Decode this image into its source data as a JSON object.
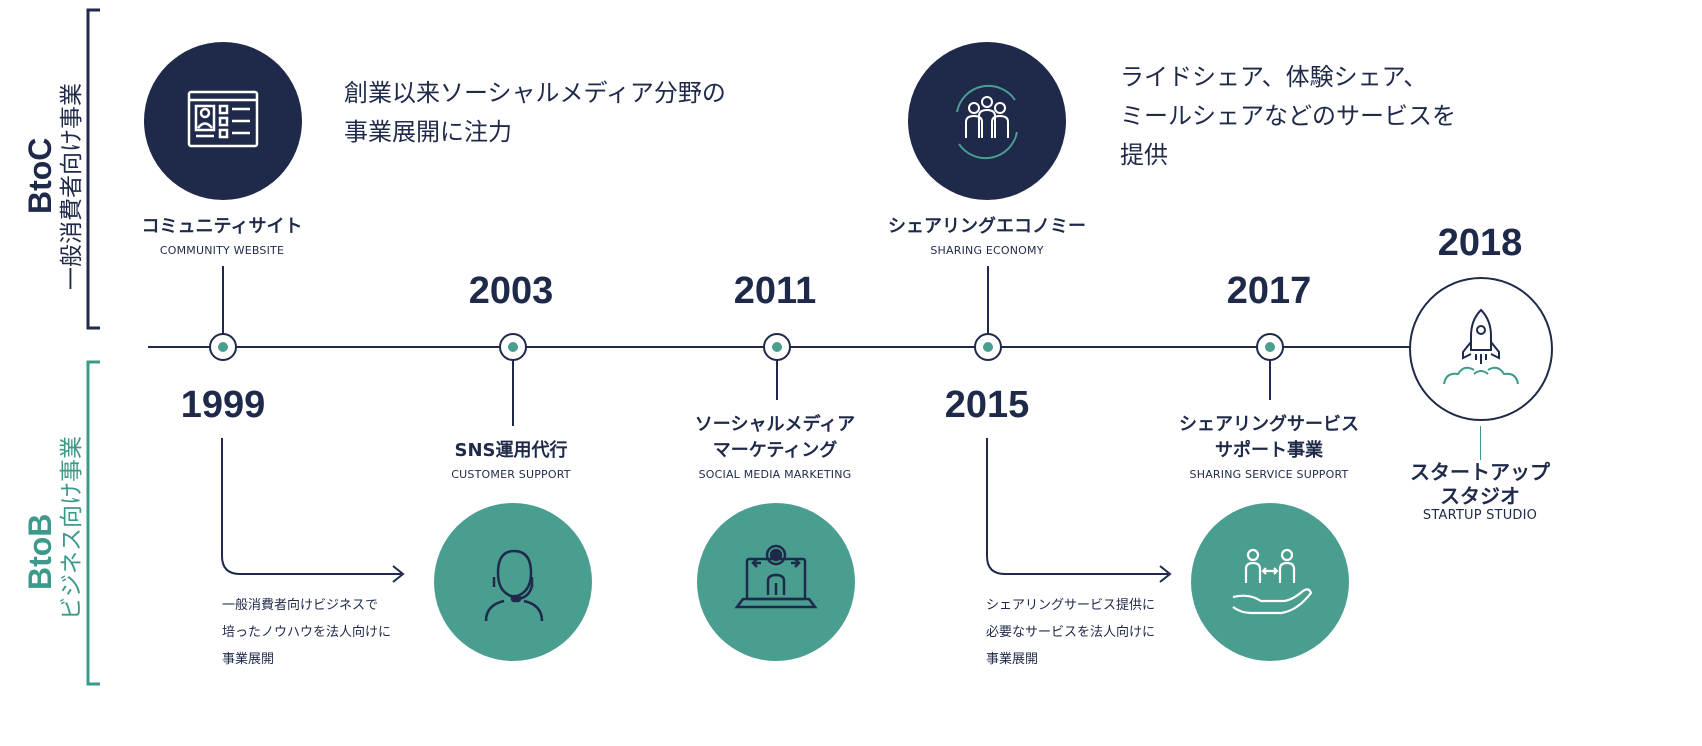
{
  "sides": {
    "btoc": {
      "main": "BtoC",
      "sub": "一般消費者向け事業"
    },
    "btob": {
      "main": "BtoB",
      "sub": "ビジネス向け事業"
    }
  },
  "years": {
    "y1999": "1999",
    "y2003": "2003",
    "y2011": "2011",
    "y2015": "2015",
    "y2017": "2017",
    "y2018": "2018"
  },
  "milestones": {
    "community": {
      "title": "コミュニティサイト",
      "subtitle": "COMMUNITY WEBSITE",
      "icon": "website-icon"
    },
    "sns": {
      "title": "SNS運用代行",
      "subtitle": "CUSTOMER SUPPORT",
      "icon": "headset-operator-icon"
    },
    "social": {
      "title_line1": "ソーシャルメディア",
      "title_line2": "マーケティング",
      "subtitle": "SOCIAL MEDIA MARKETING",
      "icon": "laptop-user-icon"
    },
    "sharing": {
      "title": "シェアリングエコノミー",
      "subtitle": "SHARING ECONOMY",
      "icon": "people-cycle-icon"
    },
    "sharing_support": {
      "title_line1": "シェアリングサービス",
      "title_line2": "サポート事業",
      "subtitle": "SHARING SERVICE SUPPORT",
      "icon": "hand-people-exchange-icon"
    },
    "startup": {
      "title_line1": "スタートアップ",
      "title_line2": "スタジオ",
      "subtitle": "STARTUP STUDIO",
      "icon": "rocket-icon"
    }
  },
  "descriptions": {
    "community": {
      "line1": "創業以来ソーシャルメディア分野の",
      "line2": "事業展開に注力"
    },
    "sharing": {
      "line1": "ライドシェア、体験シェア、",
      "line2": "ミールシェアなどのサービスを",
      "line3": "提供"
    },
    "btob_1999": {
      "line1": "一般消費者向けビジネスで",
      "line2": "培ったノウハウを法人向けに",
      "line3": "事業展開"
    },
    "btob_2015": {
      "line1": "シェアリングサービス提供に",
      "line2": "必要なサービスを法人向けに",
      "line3": "事業展開"
    }
  },
  "colors": {
    "navy": "#1f2a4a",
    "teal": "#4a9e90"
  }
}
